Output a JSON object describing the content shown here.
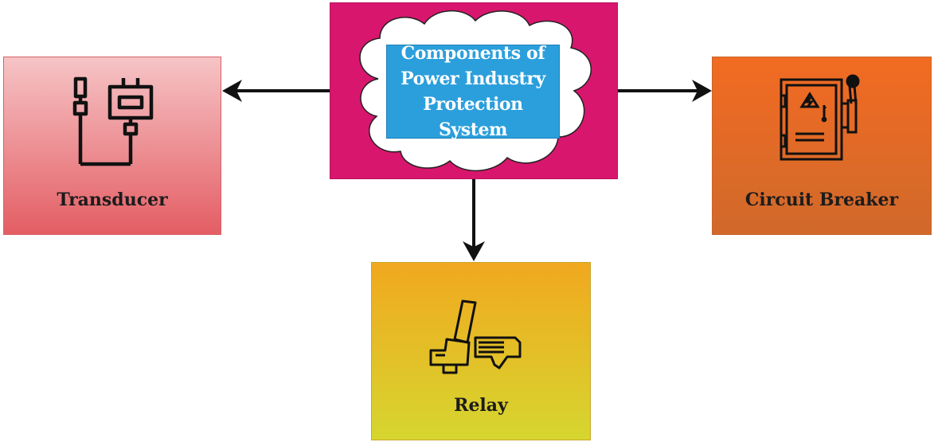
{
  "center": {
    "title": "Components of Power Industry Protection System",
    "title_line1": "Components of",
    "title_line2": "Power Industry",
    "title_line3": "Protection System"
  },
  "components": {
    "transducer": {
      "label": "Transducer",
      "icon": "transducer-icon"
    },
    "circuit_breaker": {
      "label": "Circuit Breaker",
      "icon": "circuit-breaker-icon"
    },
    "relay": {
      "label": "Relay",
      "icon": "relay-icon"
    }
  },
  "colors": {
    "center_bg": "#d8166e",
    "title_bg": "#2b9fdc",
    "transducer_top": "#f6c4c6",
    "transducer_bottom": "#e35e64",
    "breaker_top": "#f26b22",
    "breaker_bottom": "#d0692b",
    "relay_top": "#f1a81f",
    "relay_bottom": "#d6d62f",
    "arrow": "#111111"
  }
}
